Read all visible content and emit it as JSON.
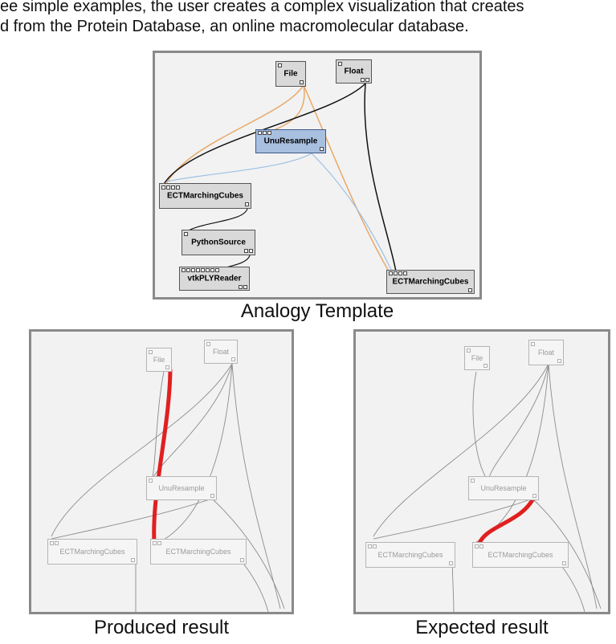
{
  "header": {
    "line1": "ee simple examples, the user creates a complex visualization that creates",
    "line2": "d from the Protein Database, an online macromolecular database."
  },
  "template": {
    "caption": "Analogy Template",
    "nodes": {
      "file": "File",
      "float": "Float",
      "unu": "UnuResample",
      "ect_left": "ECTMarchingCubes",
      "python": "PythonSource",
      "vtk": "vtkPLYReader",
      "ect_right": "ECTMarchingCubes"
    }
  },
  "produced": {
    "caption": "Produced result",
    "nodes": {
      "file": "File",
      "float": "Float",
      "unu": "UnuResample",
      "ect_left": "ECTMarchingCubes",
      "ect_right": "ECTMarchingCubes"
    }
  },
  "expected": {
    "caption": "Expected result",
    "nodes": {
      "file": "File",
      "float": "Float",
      "unu": "UnuResample",
      "ect_left": "ECTMarchingCubes",
      "ect_right": "ECTMarchingCubes"
    }
  },
  "colors": {
    "wire_orange": "#e8a968",
    "wire_blue": "#9cc0e6",
    "wire_black": "#111111",
    "wire_gray": "#8c8c8c",
    "highlight_red": "#e02020",
    "selected_node": "#a9bfe0"
  }
}
